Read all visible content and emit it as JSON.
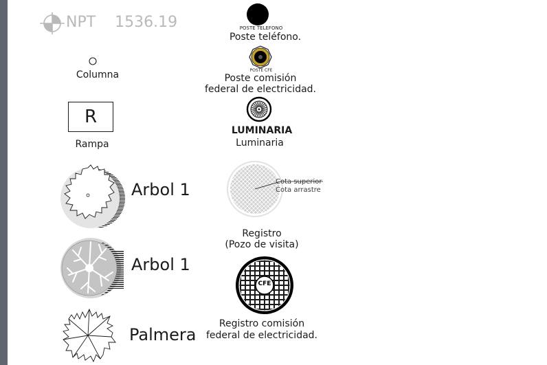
{
  "npt": {
    "label": "NPT",
    "value": "1536.19"
  },
  "columna": {
    "label": "Columna"
  },
  "rampa": {
    "letter": "R",
    "label": "Rampa"
  },
  "arbol1": {
    "label": "Arbol 1"
  },
  "arbol2": {
    "label": "Arbol 1"
  },
  "palmera": {
    "label": "Palmera"
  },
  "poste_telefono": {
    "tag": "POSTE TELEFONO",
    "label": "Poste teléfono."
  },
  "poste_cfe": {
    "tag": "POSTE CFE",
    "label_line1": "Poste comisión",
    "label_line2": "federal de electricidad."
  },
  "luminaria": {
    "title": "LUMINARIA",
    "label": "Luminaria"
  },
  "registro": {
    "cota_superior": "Cota superior",
    "cota_arrastre": "Cota arrastre",
    "label_line1": "Registro",
    "label_line2": "(Pozo de visita)"
  },
  "registro_cfe": {
    "badge": "CFE",
    "label_line1": "Registro comisión",
    "label_line2": "federal de electricidad."
  },
  "colors": {
    "sidebar": "#5f6670",
    "npt": "#b9b9b9",
    "ink": "#1a1a1a",
    "cfe_ring": "#c8a12a",
    "tree_gray": "#cfcfcf"
  }
}
